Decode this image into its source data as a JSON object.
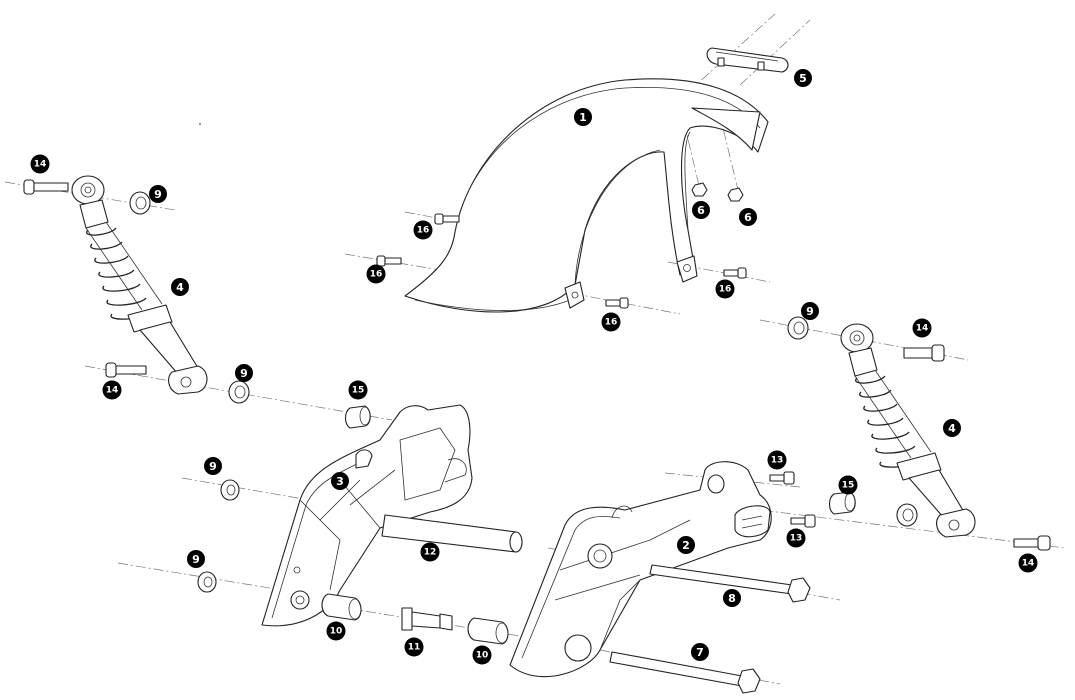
{
  "callouts": [
    {
      "id": "c1",
      "label": "1"
    },
    {
      "id": "c2",
      "label": "2"
    },
    {
      "id": "c3",
      "label": "3"
    },
    {
      "id": "c4a",
      "label": "4"
    },
    {
      "id": "c4b",
      "label": "4"
    },
    {
      "id": "c5",
      "label": "5"
    },
    {
      "id": "c6a",
      "label": "6"
    },
    {
      "id": "c6b",
      "label": "6"
    },
    {
      "id": "c7",
      "label": "7"
    },
    {
      "id": "c8",
      "label": "8"
    },
    {
      "id": "c9a",
      "label": "9"
    },
    {
      "id": "c9b",
      "label": "9"
    },
    {
      "id": "c9c",
      "label": "9"
    },
    {
      "id": "c9d",
      "label": "9"
    },
    {
      "id": "c9e",
      "label": "9"
    },
    {
      "id": "c10a",
      "label": "10"
    },
    {
      "id": "c10b",
      "label": "10"
    },
    {
      "id": "c11",
      "label": "11"
    },
    {
      "id": "c12",
      "label": "12"
    },
    {
      "id": "c13a",
      "label": "13"
    },
    {
      "id": "c13b",
      "label": "13"
    },
    {
      "id": "c14a",
      "label": "14"
    },
    {
      "id": "c14b",
      "label": "14"
    },
    {
      "id": "c14c",
      "label": "14"
    },
    {
      "id": "c14d",
      "label": "14"
    },
    {
      "id": "c15a",
      "label": "15"
    },
    {
      "id": "c15b",
      "label": "15"
    },
    {
      "id": "c16a",
      "label": "16"
    },
    {
      "id": "c16b",
      "label": "16"
    },
    {
      "id": "c16c",
      "label": "16"
    },
    {
      "id": "c16d",
      "label": "16"
    }
  ]
}
